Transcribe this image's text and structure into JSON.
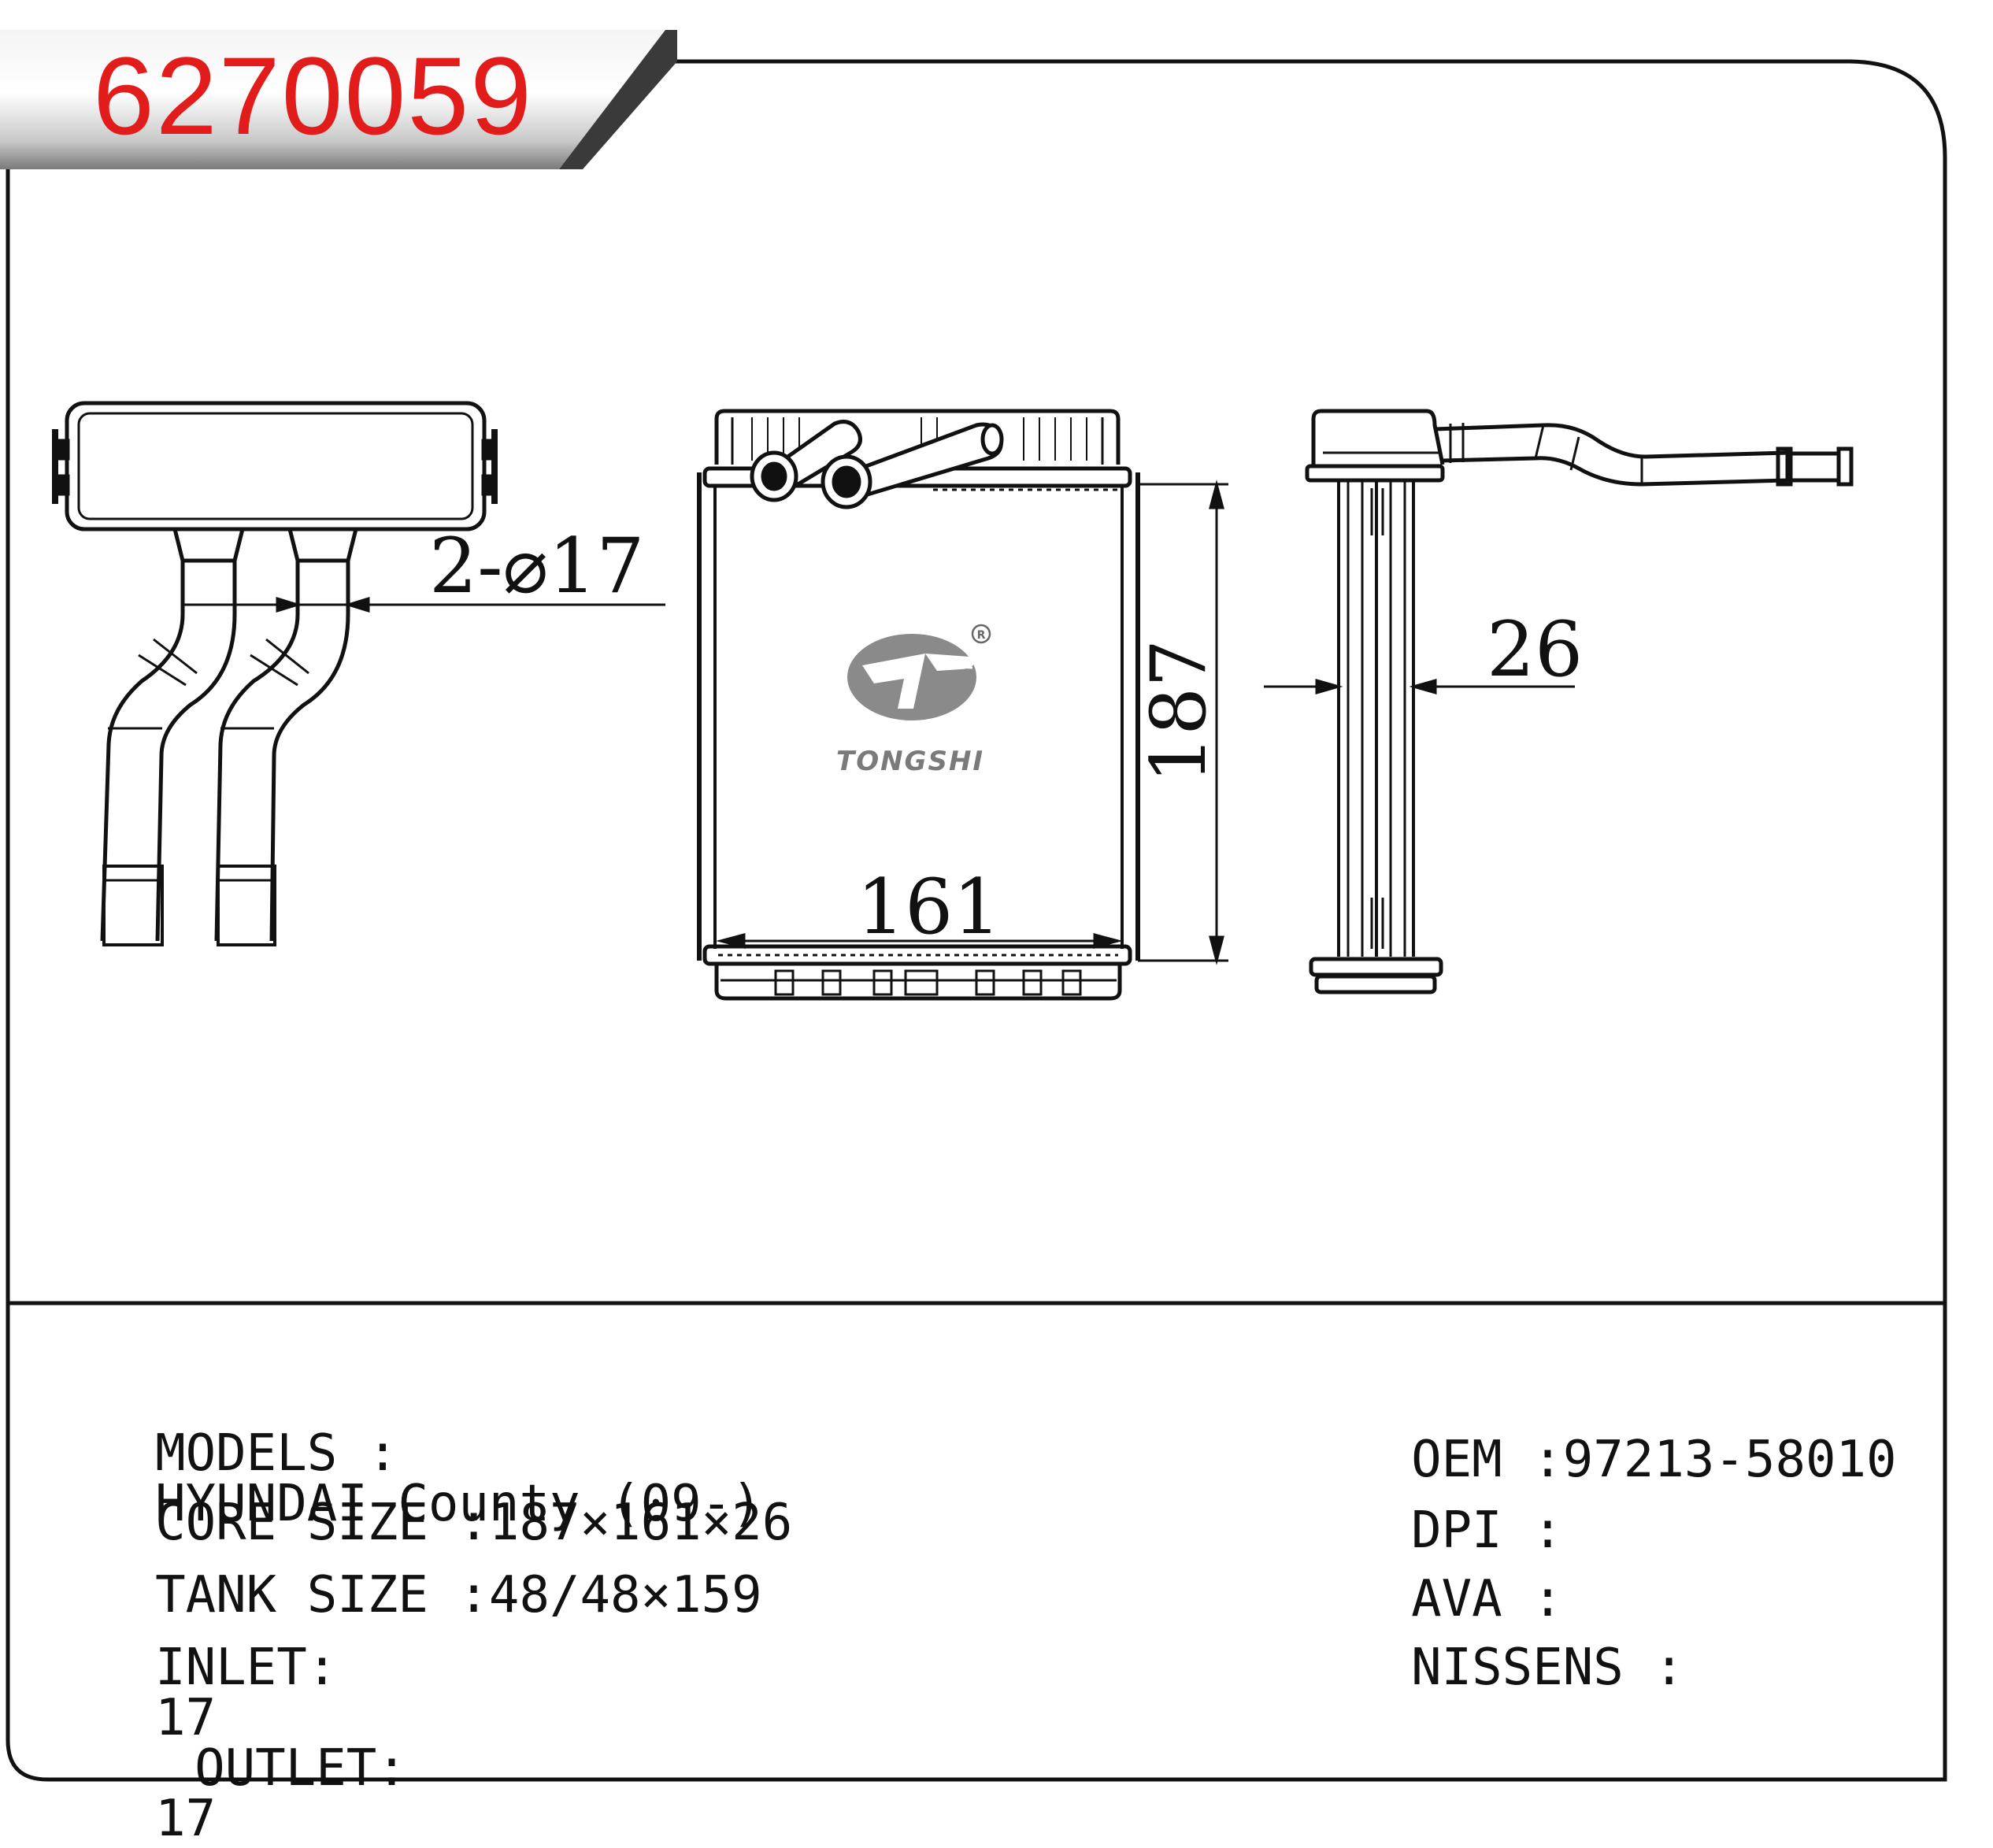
{
  "part_number": "6270059",
  "brand": "TONGSHI",
  "dimensions": {
    "pipes": "2-⌀17",
    "height": "187",
    "width": "161",
    "thickness": "26"
  },
  "specs": {
    "models_label": "MODELS :",
    "models_value": "HYUNDAI County (09-)",
    "core_label": "CORE SIZE :",
    "core_value": "187×161×26",
    "tank_label": "TANK SIZE :",
    "tank_value": "48/48×159",
    "inlet_label": "INLET:",
    "inlet_value": "17",
    "outlet_label": "OUTLET:",
    "outlet_value": "17",
    "oem_label": "OEM :",
    "oem_value": "97213-58010",
    "dpi_label": "DPI :",
    "dpi_value": "",
    "ava_label": "AVA :",
    "ava_value": "",
    "nissens_label": "NISSENS :",
    "nissens_value": ""
  }
}
